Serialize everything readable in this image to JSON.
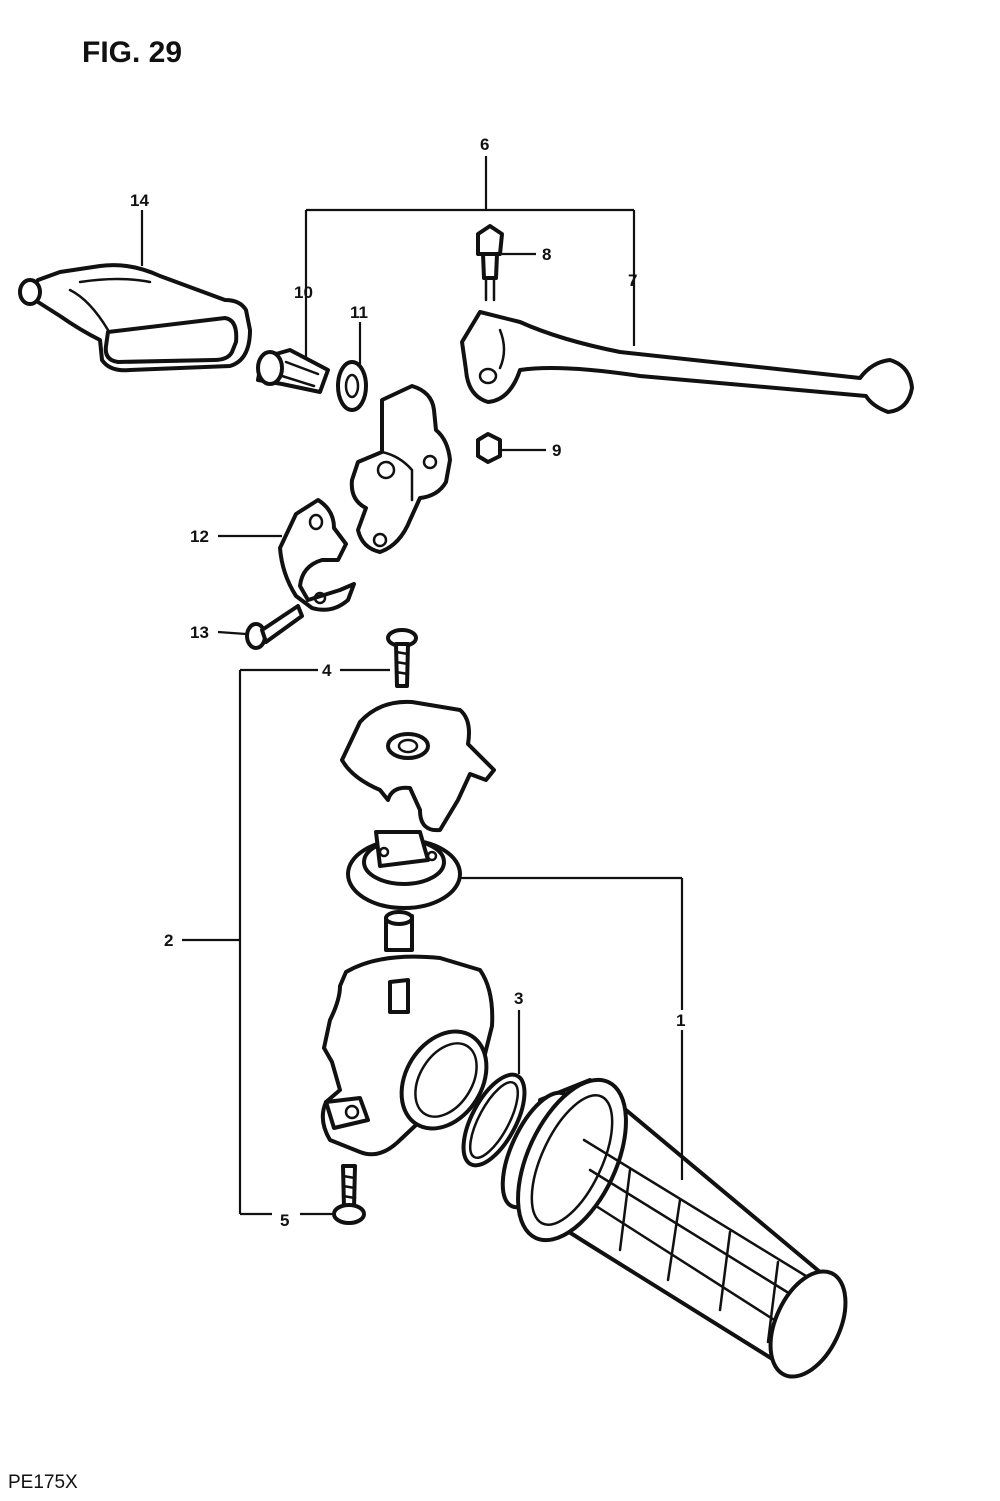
{
  "figure": {
    "title": "FIG. 29",
    "model": "PE175X"
  },
  "callouts": [
    {
      "id": "1",
      "label": "1"
    },
    {
      "id": "2",
      "label": "2"
    },
    {
      "id": "3",
      "label": "3"
    },
    {
      "id": "4",
      "label": "4"
    },
    {
      "id": "5",
      "label": "5"
    },
    {
      "id": "6",
      "label": "6"
    },
    {
      "id": "7",
      "label": "7"
    },
    {
      "id": "8",
      "label": "8"
    },
    {
      "id": "9",
      "label": "9"
    },
    {
      "id": "10",
      "label": "10"
    },
    {
      "id": "11",
      "label": "11"
    },
    {
      "id": "12",
      "label": "12"
    },
    {
      "id": "13",
      "label": "13"
    },
    {
      "id": "14",
      "label": "14"
    }
  ]
}
